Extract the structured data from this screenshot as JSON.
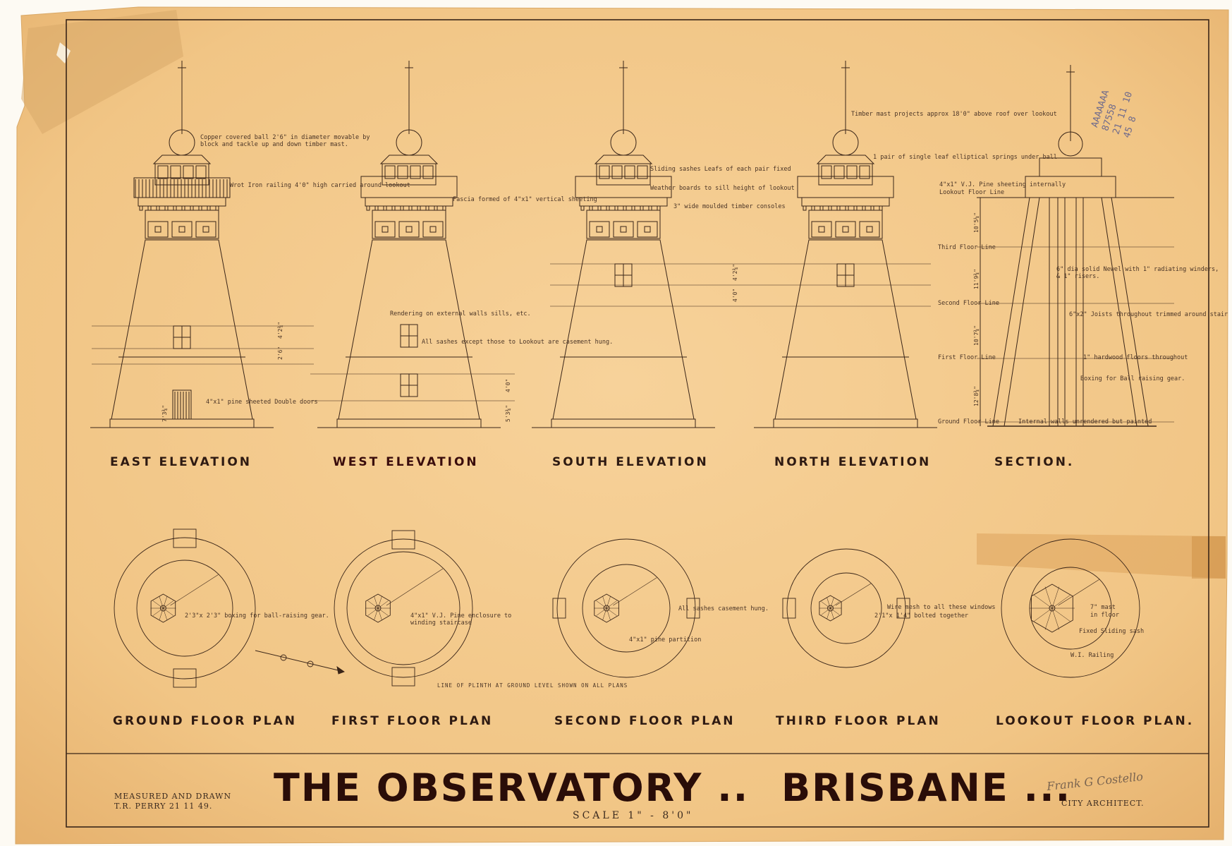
{
  "colors": {
    "paper": "#f3c98a",
    "paper_edge": "#e8b675",
    "ink": "#3a2518",
    "title_ink": "#2a0d08",
    "stamp": "#6e6a8c"
  },
  "title": {
    "left": "THE OBSERVATORY ..",
    "right": "BRISBANE ...",
    "scale": "SCALE 1\" - 8'0\""
  },
  "credits": {
    "line1": "MEASURED AND DRAWN",
    "line2": "T.R. PERRY    21  11  49.",
    "signature": "Frank G Costello",
    "office": "CITY ARCHITECT."
  },
  "elevations": [
    {
      "label": "EAST   ELEVATION"
    },
    {
      "label": "WEST   ELEVATION"
    },
    {
      "label": "SOUTH   ELEVATION"
    },
    {
      "label": "NORTH  ELEVATION"
    },
    {
      "label": "SECTION."
    }
  ],
  "plans": [
    {
      "label": "GROUND  FLOOR  PLAN"
    },
    {
      "label": "FIRST  FLOOR  PLAN"
    },
    {
      "label": "SECOND  FLOOR  PLAN"
    },
    {
      "label": "THIRD  FLOOR  PLAN"
    },
    {
      "label": "LOOKOUT  FLOOR  PLAN."
    }
  ],
  "notes": {
    "ball": "Copper covered ball 2'6\" in diameter movable by",
    "ball2": "block and tackle up and down timber mast.",
    "railing": "Wrot Iron railing 4'0\" high carried around lookout",
    "fascia": "Fascia formed of 4\"x1\" vertical sheeting",
    "sashes": "Sliding sashes  Leafs of each pair fixed",
    "weather": "Weather boards to sill height of lookout",
    "consoles": "3\" wide moulded timber consoles",
    "mast": "Timber mast projects approx 18'0\" above roof over lookout",
    "springs": "1 pair of single leaf elliptical springs under ball",
    "rendering": "Rendering on external walls sills, etc.",
    "casement": "All sashes except those to Lookout are casement hung.",
    "doors": "4\"x1\" pine sheeted Double doors",
    "vj": "4\"x1\" V.J. Pine sheeting internally",
    "lookout_line": "Lookout Floor Line",
    "third_line": "Third Floor Line",
    "second_line": "Second Floor Line",
    "first_line": "First Floor Line",
    "ground_line": "Ground Floor Line",
    "newel": "6\" dia solid Newel with 1\" radiating winders,",
    "risers": "& 1\" risers.",
    "joists": "6\"x2\" Joists throughout trimmed around stair",
    "hardwood": "1\" hardwood floors throughout",
    "boxing": "Boxing for Ball raising gear.",
    "internal": "Internal walls unrendered but painted",
    "ground_box": "2'3\"x 2'3\" boxing for ball-raising gear.",
    "first_encl": "4\"x1\" V.J. Pine enclosure to",
    "first_encl2": "winding staircase",
    "second_cas": "All sashes casement hung.",
    "second_part": "4\"x1\" pine partition",
    "third_wire": "Wire mesh to all these windows",
    "third_bolt": "2'1\"x 1'4\" bolted together",
    "lookout_mast": "7\" mast",
    "lookout_mast2": "in floor",
    "lookout_fixed": "Fixed Sliding sash",
    "lookout_rail": "W.I. Railing",
    "plinth": "LINE   OF   PLINTH   AT   GROUND   LEVEL   SHOWN   ON   ALL   PLANS"
  },
  "stamp_text": "AAAAAAA\n87558\n21 11 10\n45 8",
  "dimensions": {
    "d1": "4'2¾\"",
    "d2": "2'6\"",
    "d3": "7'3¾\"",
    "d4": "4'0\"",
    "d5": "5'3¾\"",
    "d6": "10'5¼\"",
    "d7": "11'9¾\"",
    "d8": "10'7¾\"",
    "d9": "12'8¾\""
  }
}
